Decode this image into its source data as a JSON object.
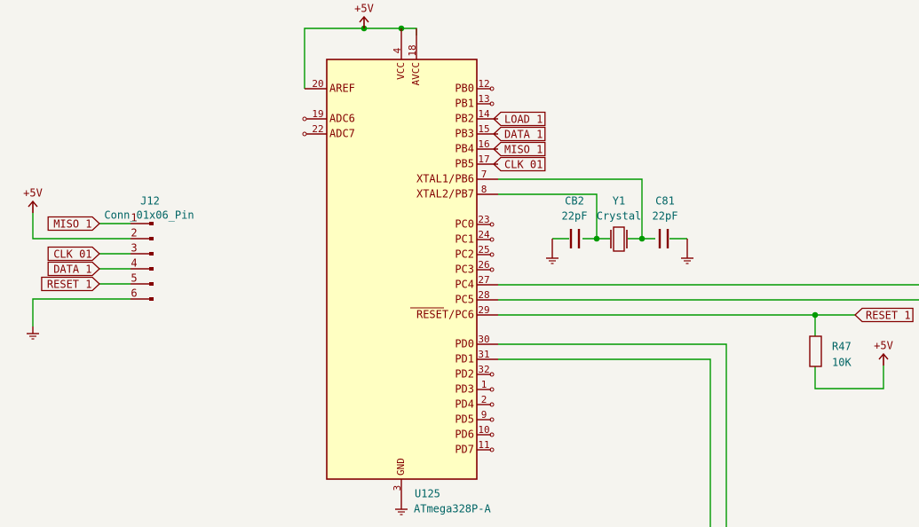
{
  "colors": {
    "background": "#f5f4ef",
    "wire": "#009a00",
    "body": "#840000",
    "body_fill": "#ffffc2",
    "pin_text": "#840000",
    "label_text": "#006464",
    "junction": "#009a00"
  },
  "power": {
    "top_vcc": "+5V",
    "j12_vcc": "+5V",
    "r47_vcc": "+5V"
  },
  "u125": {
    "ref": "U125",
    "value": "ATmega328P-A",
    "top_pins": [
      {
        "num": "4",
        "name": "VCC"
      },
      {
        "num": "18",
        "name": "AVCC"
      }
    ],
    "bottom_pin": {
      "num": "3",
      "name": "GND"
    },
    "left_pins": [
      {
        "num": "20",
        "name": "AREF"
      },
      {
        "num": "19",
        "name": "ADC6"
      },
      {
        "num": "22",
        "name": "ADC7"
      }
    ],
    "right_pins": [
      {
        "num": "12",
        "name": "PB0"
      },
      {
        "num": "13",
        "name": "PB1"
      },
      {
        "num": "14",
        "name": "PB2"
      },
      {
        "num": "15",
        "name": "PB3"
      },
      {
        "num": "16",
        "name": "PB4"
      },
      {
        "num": "17",
        "name": "PB5"
      },
      {
        "num": "7",
        "name": "XTAL1/PB6"
      },
      {
        "num": "8",
        "name": "XTAL2/PB7"
      },
      {
        "num": "23",
        "name": "PC0"
      },
      {
        "num": "24",
        "name": "PC1"
      },
      {
        "num": "25",
        "name": "PC2"
      },
      {
        "num": "26",
        "name": "PC3"
      },
      {
        "num": "27",
        "name": "PC4"
      },
      {
        "num": "28",
        "name": "PC5"
      },
      {
        "num": "29",
        "name": "RESET/PC6"
      },
      {
        "num": "30",
        "name": "PD0"
      },
      {
        "num": "31",
        "name": "PD1"
      },
      {
        "num": "32",
        "name": "PD2"
      },
      {
        "num": "1",
        "name": "PD3"
      },
      {
        "num": "2",
        "name": "PD4"
      },
      {
        "num": "9",
        "name": "PD5"
      },
      {
        "num": "10",
        "name": "PD6"
      },
      {
        "num": "11",
        "name": "PD7"
      }
    ]
  },
  "net_labels": {
    "pb2": "LOAD 1",
    "pb3": "DATA 1",
    "pb4": "MISO 1",
    "pb5": "CLK 01",
    "reset": "RESET 1",
    "j12_pin1": "MISO 1",
    "j12_pin3": "CLK 01",
    "j12_pin4": "DATA 1",
    "j12_pin5": "RESET 1"
  },
  "j12": {
    "ref": "J12",
    "value": "Conn_01x06_Pin",
    "pins": [
      "1",
      "2",
      "3",
      "4",
      "5",
      "6"
    ]
  },
  "cb2": {
    "ref": "CB2",
    "value": "22pF"
  },
  "c81": {
    "ref": "C81",
    "value": "22pF"
  },
  "y1": {
    "ref": "Y1",
    "value": "Crystal"
  },
  "r47": {
    "ref": "R47",
    "value": "10K"
  }
}
